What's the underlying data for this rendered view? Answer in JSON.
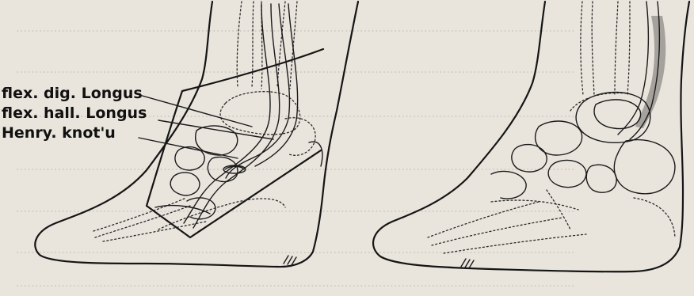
{
  "labels": {
    "flexor_digitorum": "flex. dig. Longus",
    "flexor_hallucis": "flex. hall. Longus",
    "henry_knot": "Henry. knot'u"
  }
}
